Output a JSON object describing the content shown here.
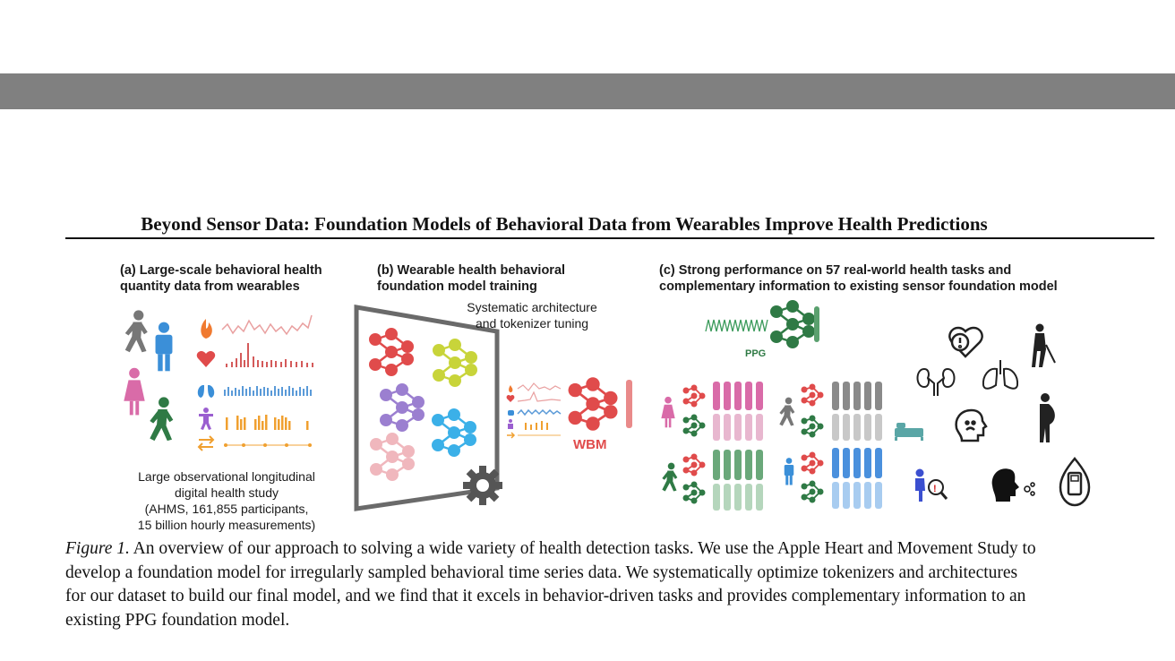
{
  "paper_title": "Beyond Sensor Data: Foundation Models of Behavioral Data from Wearables Improve Health Predictions",
  "panel_a": {
    "heading": [
      "(a) Large-scale behavioral health",
      "quantity data  from wearables"
    ],
    "description": [
      "Large observational longitudinal",
      "digital health study",
      "(AHMS, 161,855 participants,",
      "15 billion hourly measurements)"
    ]
  },
  "panel_b": {
    "heading": [
      "(b) Wearable health behavioral",
      "foundation model training"
    ],
    "tuning_label": [
      "Systematic architecture",
      "and tokenizer tuning"
    ],
    "model_label": "WBM"
  },
  "panel_c": {
    "heading": [
      "(c) Strong performance on 57 real-world health tasks and",
      "complementary information to existing sensor foundation model"
    ],
    "ppg_label": "PPG"
  },
  "colors": {
    "red": "#e04b4b",
    "green": "#2f7a45",
    "purple": "#9b7fd0",
    "lime": "#c8d43a",
    "blue": "#3b9ce0",
    "pink": "#f0b7bd",
    "orange": "#f0a030",
    "magenta": "#d96ba8",
    "gray": "#888888"
  },
  "caption": {
    "label": "Figure 1.",
    "lines": [
      " An overview of our approach to solving a wide variety of health detection tasks. We use the Apple Heart and Movement Study to",
      "develop a foundation model for irregularly sampled behavioral time series data. We systematically optimize tokenizers and architectures",
      "for our dataset to build our final model, and we find that it excels in behavior-driven tasks and provides complementary information to an",
      "existing PPG foundation model."
    ]
  }
}
